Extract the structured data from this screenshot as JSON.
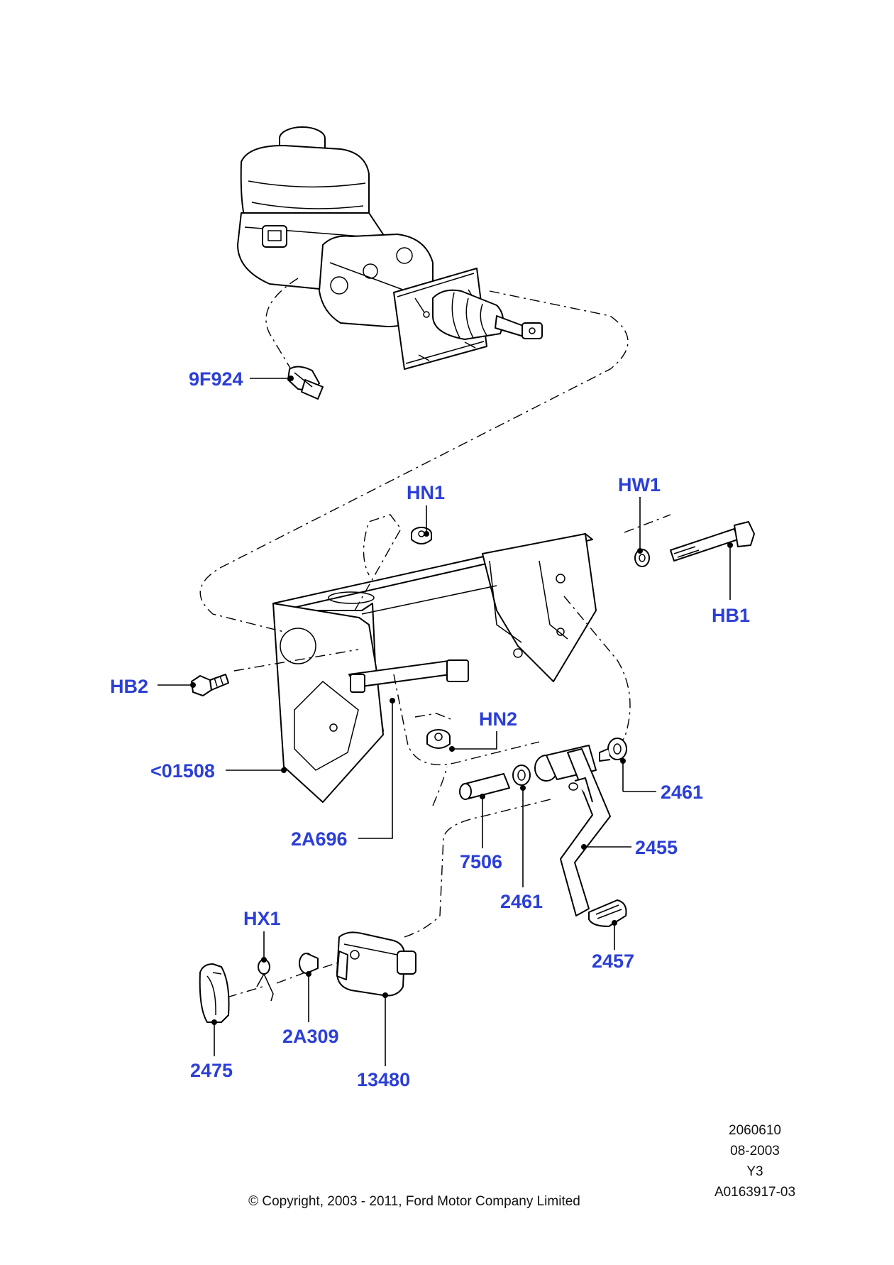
{
  "callouts": {
    "c9f924": "9F924",
    "hn1": "HN1",
    "hw1": "HW1",
    "hb1": "HB1",
    "hb2": "HB2",
    "hn2": "HN2",
    "c01508": "<01508",
    "c2461a": "2461",
    "c2a696": "2A696",
    "c2455": "2455",
    "c7506": "7506",
    "c2461b": "2461",
    "hx1": "HX1",
    "c2457": "2457",
    "c2a309": "2A309",
    "c2475": "2475",
    "c13480": "13480"
  },
  "meta": {
    "code": "2060610",
    "date": "08-2003",
    "rev": "Y3",
    "ref": "A0163917-03",
    "copyright": "© Copyright, 2003 - 2011, Ford Motor Company Limited"
  },
  "colors": {
    "callout": "#2b3fd6",
    "line": "#000000",
    "background": "#ffffff"
  }
}
